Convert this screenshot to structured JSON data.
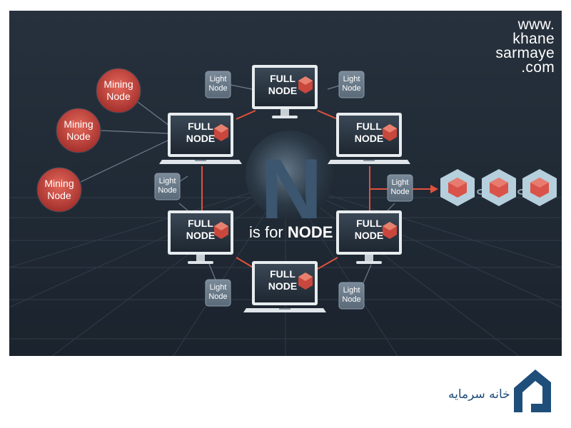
{
  "website": {
    "line1": "www.",
    "line2": "khane",
    "line3": "sarmaye",
    "line4": ".com"
  },
  "center": {
    "letter": "N",
    "text_prefix": "is for",
    "text_bold": "NODE"
  },
  "mining_nodes": [
    {
      "line1": "Mining",
      "line2": "Node"
    },
    {
      "line1": "Mining",
      "line2": "Node"
    },
    {
      "line1": "Mining",
      "line2": "Node"
    }
  ],
  "full_nodes": [
    {
      "line1": "FULL",
      "line2": "NODE"
    },
    {
      "line1": "FULL",
      "line2": "NODE"
    },
    {
      "line1": "FULL",
      "line2": "NODE"
    },
    {
      "line1": "FULL",
      "line2": "NODE"
    },
    {
      "line1": "FULL",
      "line2": "NODE"
    },
    {
      "line1": "FULL",
      "line2": "NODE"
    }
  ],
  "light_nodes": [
    {
      "line1": "Light",
      "line2": "Node"
    },
    {
      "line1": "Light",
      "line2": "Node"
    },
    {
      "line1": "Light",
      "line2": "Node"
    },
    {
      "line1": "Light",
      "line2": "Node"
    },
    {
      "line1": "Light",
      "line2": "Node"
    },
    {
      "line1": "Light",
      "line2": "Node"
    }
  ],
  "logo_text": "خانه سرمایه",
  "colors": {
    "background": "#222c37",
    "connector_red": "#e0513c",
    "connector_gray": "#6e7d8b",
    "mining_node": "#c9473d",
    "light_node_box": "#667788",
    "cube": "#d9534a",
    "chain_block": "#b6cfdc"
  }
}
